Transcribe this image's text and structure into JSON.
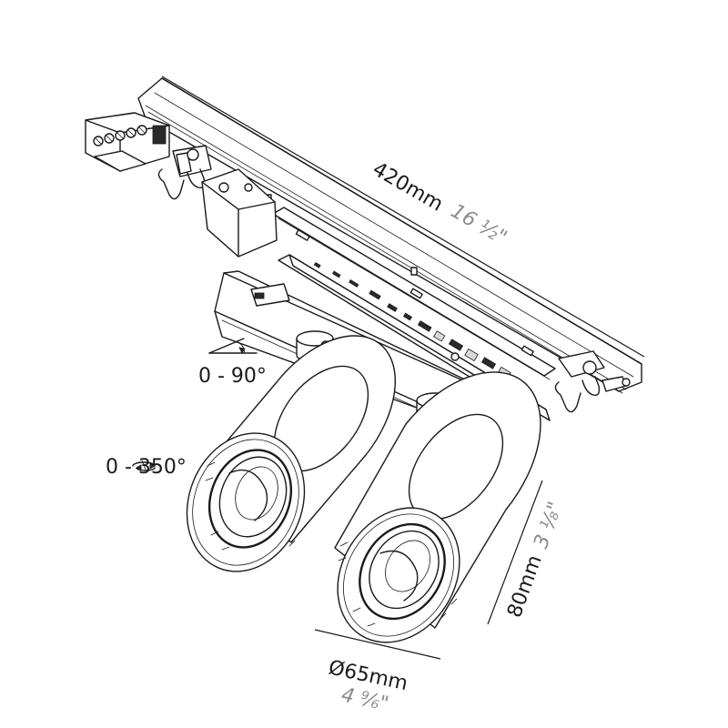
{
  "dimensions": {
    "length_mm": "420mm",
    "length_in": "16 ½\"",
    "height_mm": "80mm",
    "height_in": "3 ⅛\"",
    "diameter_mm": "Ø65mm",
    "diameter_in": "4 ⁹⁄₆\""
  },
  "rotation": {
    "tilt": "0 - 90°",
    "pan": "0 - 350°"
  },
  "colors": {
    "line": "#1a1a1a",
    "imperial_text": "#8c8c8c"
  }
}
